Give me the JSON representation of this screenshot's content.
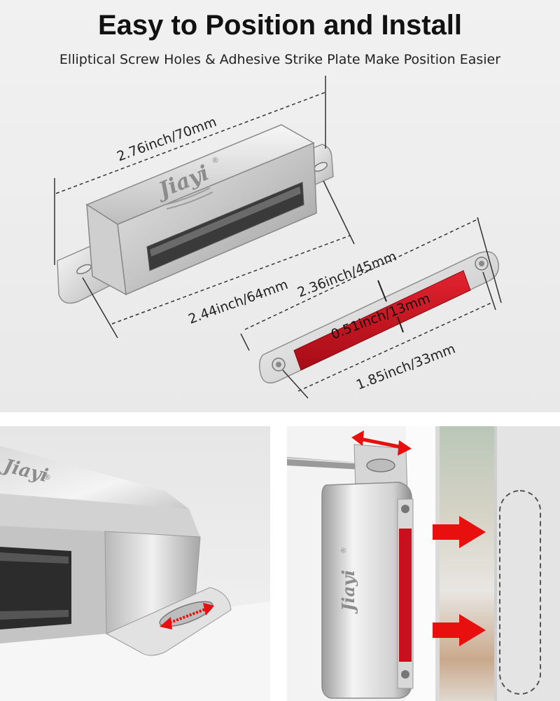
{
  "header": {
    "title": "Easy to Position and Install",
    "subtitle": "Elliptical Screw Holes & Adhesive Strike Plate Make Position Easier"
  },
  "catch": {
    "brand": "Jiayi",
    "registered_mark": "®"
  },
  "dimensions": {
    "catch_length": "2.76inch/70mm",
    "catch_hole_spacing": "2.44inch/64mm",
    "plate_length": "2.36inch/45mm",
    "plate_width": "0.51inch/13mm",
    "plate_hole_spacing": "1.85inch/33mm"
  },
  "colors": {
    "background_top": "#ececec",
    "steel": "#d9d9d9",
    "adhesive_red": "#c8101e",
    "arrow_red": "#e8100f",
    "title_text": "#111111"
  },
  "icons": {
    "adjust_arrow": "double-arrow-icon",
    "push_arrow": "right-arrow-icon"
  }
}
